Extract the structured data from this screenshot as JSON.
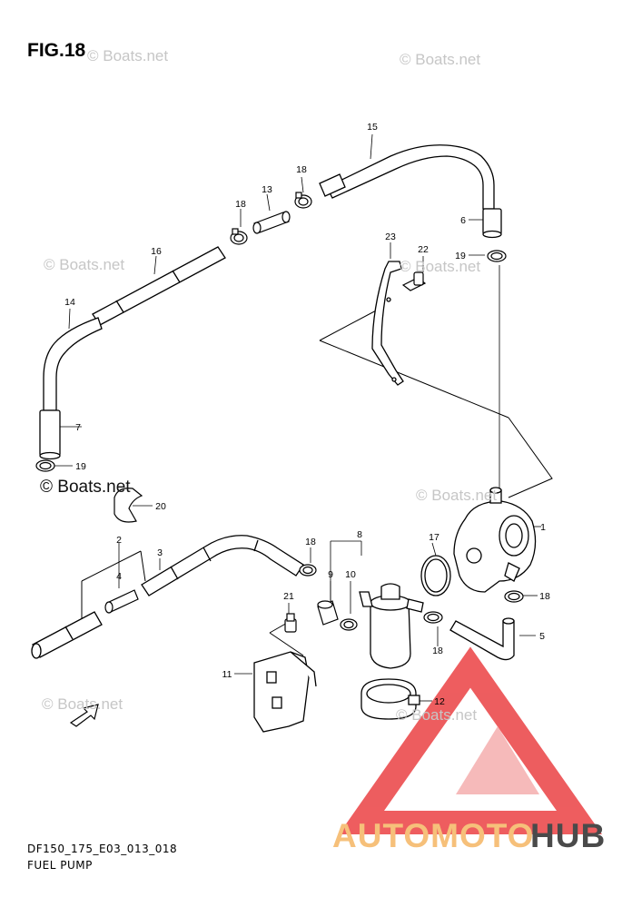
{
  "figure": {
    "title": "FIG.18",
    "code": "DF150_175_E03_013_018",
    "name": "FUEL PUMP"
  },
  "callouts": [
    "1",
    "2",
    "3",
    "4",
    "5",
    "6",
    "7",
    "8",
    "9",
    "10",
    "11",
    "12",
    "13",
    "14",
    "15",
    "16",
    "17",
    "18",
    "19",
    "20",
    "21",
    "22",
    "23"
  ],
  "watermark": {
    "text": "© Boats.net"
  },
  "branding": {
    "part1": "AUTOMOTO",
    "part2": "HUB",
    "color_part1": "#f6c07a",
    "color_part2": "#4a4a4a",
    "logo_color": "#e8272a"
  },
  "icons": {
    "forward_arrow": "fwd-arrow-icon",
    "logo": "triangle-logo-icon"
  }
}
